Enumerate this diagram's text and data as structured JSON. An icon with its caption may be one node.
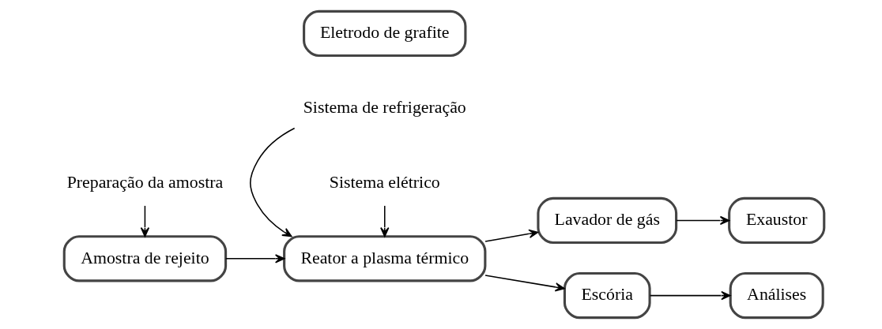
{
  "diagram": {
    "nodes": [
      {
        "text": [
          "Preparação da amostra"
        ]
      },
      {
        "text": [
          "Sistema de refrigeração"
        ]
      },
      {
        "text": [
          "Eletrodo de grafite"
        ]
      },
      {
        "text": [
          "Sistema elétrico"
        ]
      },
      {
        "text": [
          "Amostra de rejeito"
        ]
      },
      {
        "text": [
          "Reator a plasma térmico"
        ]
      },
      {
        "text": [
          "Exaustor"
        ]
      },
      {
        "text": [
          "Lavador de gás"
        ]
      },
      {
        "text": [
          "Escória"
        ]
      },
      {
        "text": [
          "Análises"
        ]
      }
    ],
    "edges": [
      {
        "from": 0,
        "to": 4,
        "arrow": "to"
      },
      {
        "from": 1,
        "to": 5,
        "arrow": "to"
      },
      {
        "from": 3,
        "to": 5,
        "arrow": "to"
      },
      {
        "from": 4,
        "to": 5,
        "arrow": "to"
      },
      {
        "from": 5,
        "to": 7,
        "arrow": "to"
      },
      {
        "from": 5,
        "to": 8,
        "arrow": "to"
      },
      {
        "from": 7,
        "to": 6,
        "arrow": "to"
      },
      {
        "from": 8,
        "to": 9,
        "arrow": "to"
      }
    ]
  }
}
